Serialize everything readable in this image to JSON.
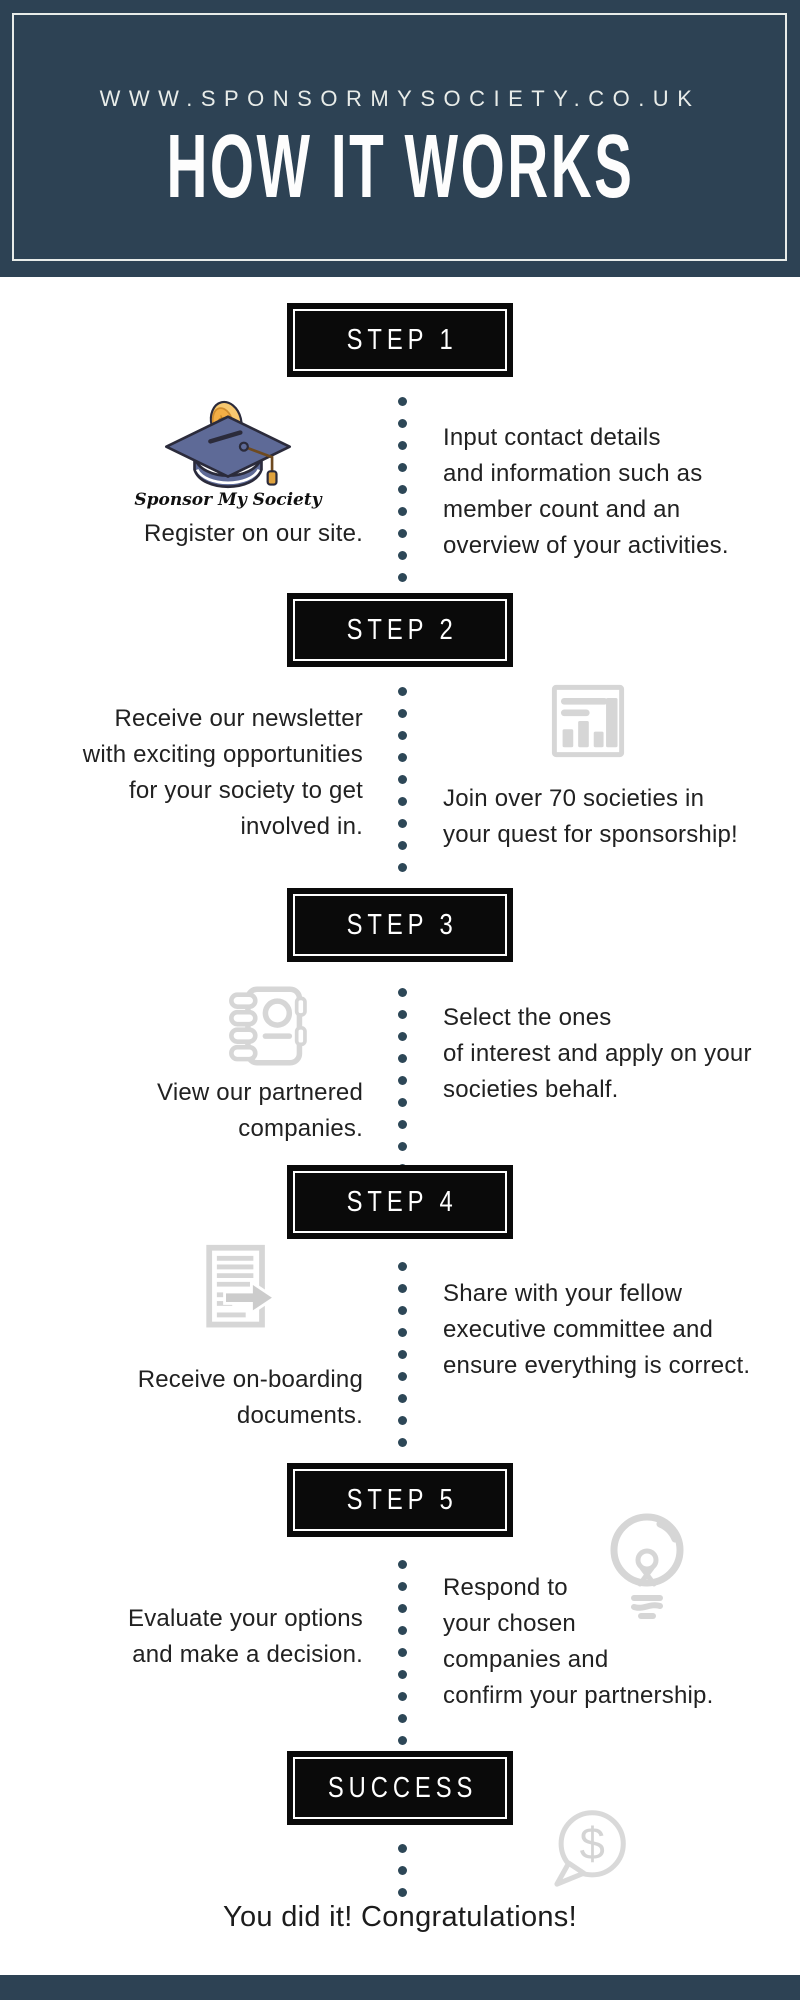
{
  "header": {
    "url_label": "WWW.SPONSORMYSOCIETY.CO.UK",
    "title": "HOW IT WORKS"
  },
  "colors": {
    "header_navy": "#2d4254",
    "badge_black": "#0a0a0a",
    "dot_navy": "#2d4757",
    "icon_gray": "#d6d6d6",
    "text_dark": "#212121",
    "logo_slate": "#5e6a97",
    "logo_gold": "#f3ae45"
  },
  "logo": {
    "caption": "Sponsor My Society",
    "icon": "graduation-cap-coin-logo"
  },
  "steps": [
    {
      "badge": "STEP 1",
      "icon": "graduation-cap-coin-logo",
      "icon_side": "left",
      "left_lines": [
        "Register on our site."
      ],
      "right_lines": [
        "Input contact details",
        "and information such as",
        "member count and an",
        "overview of your activities."
      ]
    },
    {
      "badge": "STEP 2",
      "icon": "bar-chart-report-icon",
      "icon_side": "right",
      "left_lines": [
        "Receive our newsletter",
        "with exciting opportunities",
        "for your society to get",
        "involved in."
      ],
      "right_lines": [
        "Join over 70 societies in",
        "your quest for sponsorship!"
      ]
    },
    {
      "badge": "STEP 3",
      "icon": "notebook-icon",
      "icon_side": "left",
      "left_lines": [
        "View our partnered",
        "companies."
      ],
      "right_lines": [
        "Select the ones",
        "of interest and apply on your",
        "societies behalf."
      ]
    },
    {
      "badge": "STEP 4",
      "icon": "document-share-icon",
      "icon_side": "left",
      "left_lines": [
        "Receive on-boarding",
        "documents."
      ],
      "right_lines": [
        "Share with your fellow",
        "executive committee and",
        "ensure everything is correct."
      ]
    },
    {
      "badge": "STEP 5",
      "icon": "lightbulb-icon",
      "icon_side": "right",
      "left_lines": [
        "Evaluate your options",
        "and make a decision."
      ],
      "right_lines": [
        "Respond to",
        "your chosen",
        "companies and",
        "confirm your partnership."
      ]
    }
  ],
  "success": {
    "badge": "SUCCESS",
    "icon": "dollar-speech-bubble-icon",
    "message": "You did it! Congratulations!"
  }
}
